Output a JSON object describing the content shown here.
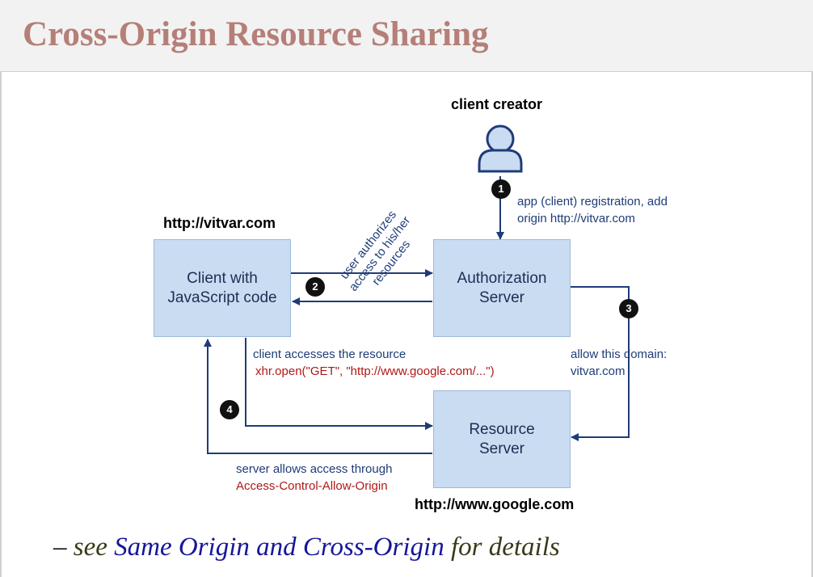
{
  "slide": {
    "title": "Cross-Origin Resource Sharing"
  },
  "diagram": {
    "client_creator_label": "client creator",
    "client_domain": "http://vitvar.com",
    "resource_domain": "http://www.google.com",
    "boxes": {
      "client": "Client with\nJavaScript code",
      "auth_server": "Authorization\nServer",
      "resource_server": "Resource\nServer"
    },
    "steps": {
      "step1": "1",
      "step2": "2",
      "step3": "3",
      "step4": "4"
    },
    "notes": {
      "registration_line1": "app (client) registration, add",
      "registration_line2": "origin http://vitvar.com",
      "user_authorizes": "user authorizes\naccess to his/her\nresources",
      "allow_domain_line1": "allow this domain:",
      "allow_domain_line2": "vitvar.com",
      "client_accesses": "client accesses the resource",
      "xhr_code": "xhr.open(\"GET\", \"http://www.google.com/...\")",
      "server_allows": "server allows access through",
      "acao_header": "Access-Control-Allow-Origin"
    },
    "colors": {
      "box_fill": "#c9dcf2",
      "arrow": "#1f3c78",
      "code_text": "#b01818",
      "person_icon": "#c9dcf2"
    }
  },
  "footer": {
    "dash": "–",
    "see": "see",
    "link_text": "Same Origin and Cross-Origin",
    "for_details": "for details"
  }
}
